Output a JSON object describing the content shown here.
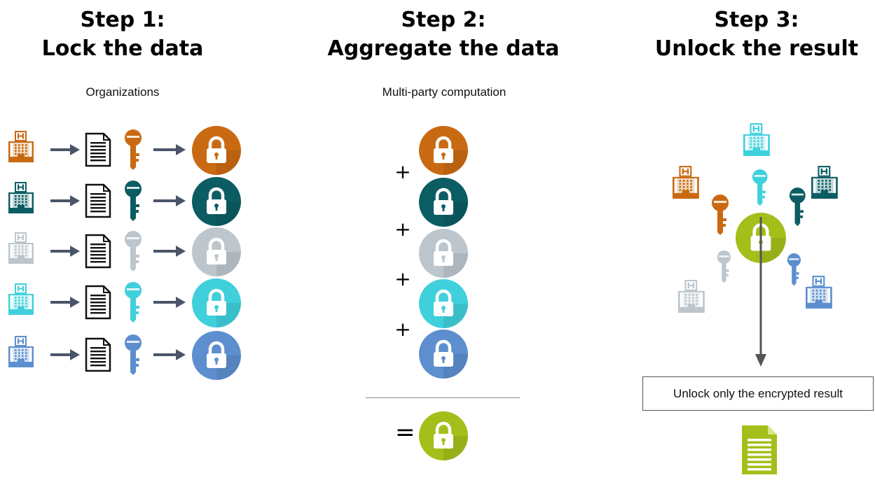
{
  "steps": [
    {
      "line1": "Step 1:",
      "line2": "Lock the data",
      "caption": "Organizations"
    },
    {
      "line1": "Step 2:",
      "line2": "Aggregate the data",
      "caption": "Multi-party computation"
    },
    {
      "line1": "Step 3:",
      "line2": "Unlock the result"
    }
  ],
  "operators": {
    "plus": "+",
    "equals": "="
  },
  "result_box": "Unlock only the encrypted result",
  "colors": {
    "orange": "#c96a12",
    "darkteal": "#0b5d63",
    "gray": "#bcc6cc",
    "cyan": "#3fd0dc",
    "blue": "#5d8fcf",
    "result": "#a3bf1a"
  },
  "icons": [
    "hospital-building-icon",
    "document-icon",
    "key-icon",
    "lock-icon",
    "arrow-icon"
  ]
}
